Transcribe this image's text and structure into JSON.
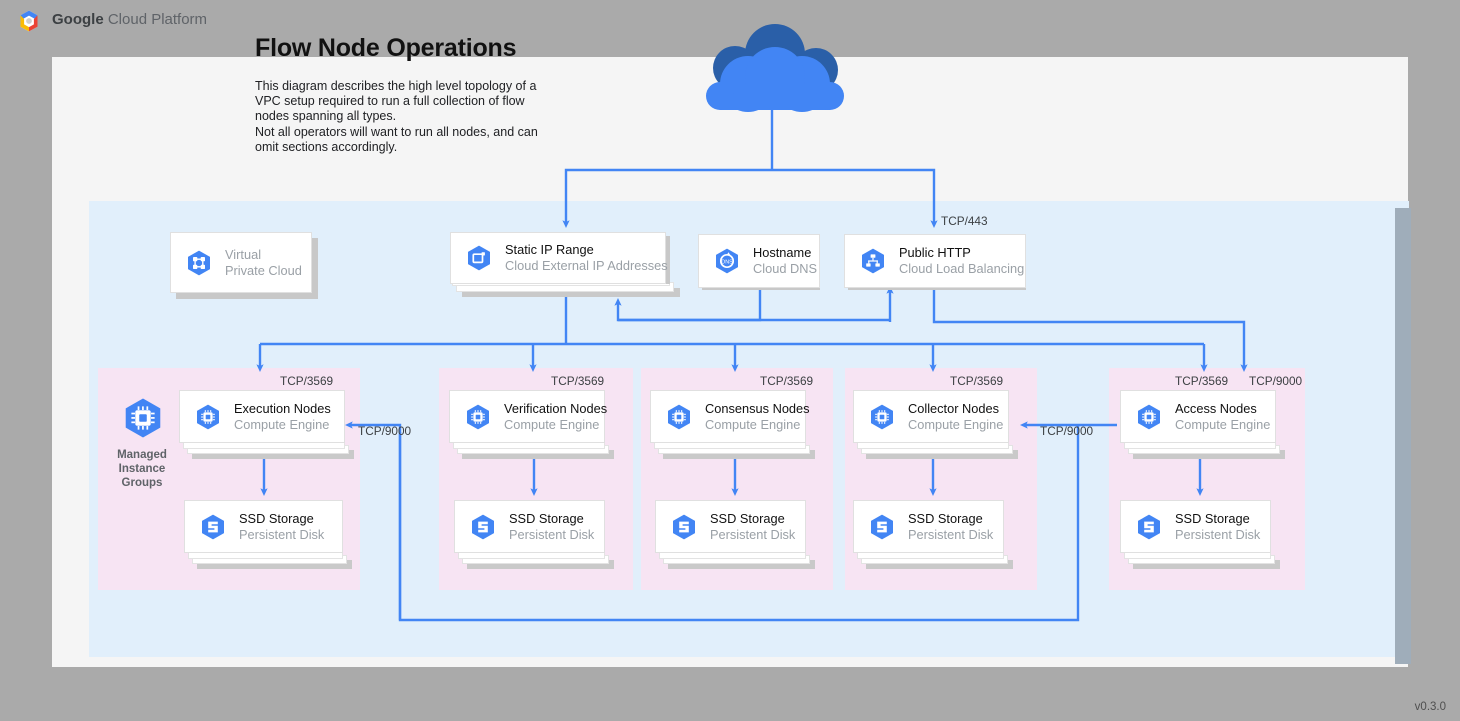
{
  "topbar": {
    "logo_icon": "google-cloud-platform-hexagon-logo",
    "brand_bold": "Google",
    "brand_rest": " Cloud Platform"
  },
  "header": {
    "title": "Flow Node Operations",
    "description": "This diagram describes the high level topology of a VPC setup required to run a full collection of flow nodes spanning all types.\nNot all operators will want to run all nodes, and can omit sections accordingly."
  },
  "internet": {
    "icon": "cloud-icon"
  },
  "top_row": [
    {
      "id": "vpc",
      "icon": "virtual-private-cloud-icon",
      "title": "Virtual",
      "title2": "Private Cloud",
      "subtitle": "",
      "muted": true
    },
    {
      "id": "static-ip",
      "icon": "cloud-external-ip-addresses-icon",
      "title": "Static IP Range",
      "subtitle": "Cloud External IP Addresses",
      "muted": false
    },
    {
      "id": "hostname",
      "icon": "cloud-dns-icon",
      "title": "Hostname",
      "subtitle": "Cloud DNS",
      "muted": false
    },
    {
      "id": "public-http",
      "icon": "cloud-load-balancing-icon",
      "title": "Public HTTP",
      "subtitle": "Cloud Load Balancing",
      "muted": false
    }
  ],
  "managed_instance_groups": {
    "icon": "compute-engine-icon",
    "label": "Managed\nInstance\nGroups"
  },
  "groups": [
    {
      "id": "execution",
      "node": {
        "icon": "compute-engine-icon",
        "title": "Execution Nodes",
        "subtitle": "Compute Engine"
      },
      "storage": {
        "icon": "persistent-disk-icon",
        "title": "SSD Storage",
        "subtitle": "Persistent Disk"
      }
    },
    {
      "id": "verification",
      "node": {
        "icon": "compute-engine-icon",
        "title": "Verification Nodes",
        "subtitle": "Compute Engine"
      },
      "storage": {
        "icon": "persistent-disk-icon",
        "title": "SSD Storage",
        "subtitle": "Persistent Disk"
      }
    },
    {
      "id": "consensus",
      "node": {
        "icon": "compute-engine-icon",
        "title": "Consensus Nodes",
        "subtitle": "Compute Engine"
      },
      "storage": {
        "icon": "persistent-disk-icon",
        "title": "SSD Storage",
        "subtitle": "Persistent Disk"
      }
    },
    {
      "id": "collector",
      "node": {
        "icon": "compute-engine-icon",
        "title": "Collector Nodes",
        "subtitle": "Compute Engine"
      },
      "storage": {
        "icon": "persistent-disk-icon",
        "title": "SSD Storage",
        "subtitle": "Persistent Disk"
      }
    },
    {
      "id": "access",
      "node": {
        "icon": "compute-engine-icon",
        "title": "Access Nodes",
        "subtitle": "Compute Engine"
      },
      "storage": {
        "icon": "persistent-disk-icon",
        "title": "SSD Storage",
        "subtitle": "Persistent Disk"
      }
    }
  ],
  "port_labels": {
    "https": "TCP/443",
    "exec_in": "TCP/3569",
    "verif_in": "TCP/3569",
    "consensus_in": "TCP/3569",
    "collector_in": "TCP/3569",
    "access_in": "TCP/3569",
    "access_lb": "TCP/9000",
    "exec_9000": "TCP/9000",
    "collector_9000": "TCP/9000"
  },
  "footer": {
    "version": "v0.3.0"
  },
  "colors": {
    "accent_blue": "#4285f4",
    "cloud_dark": "#2a5fa8",
    "vpc_panel": "#e1effb",
    "group_pink": "#f7e4f3",
    "page_bg": "#f5f5f5",
    "desktop_bg": "#aaaaaa",
    "muted_text": "#9aa0a6"
  }
}
